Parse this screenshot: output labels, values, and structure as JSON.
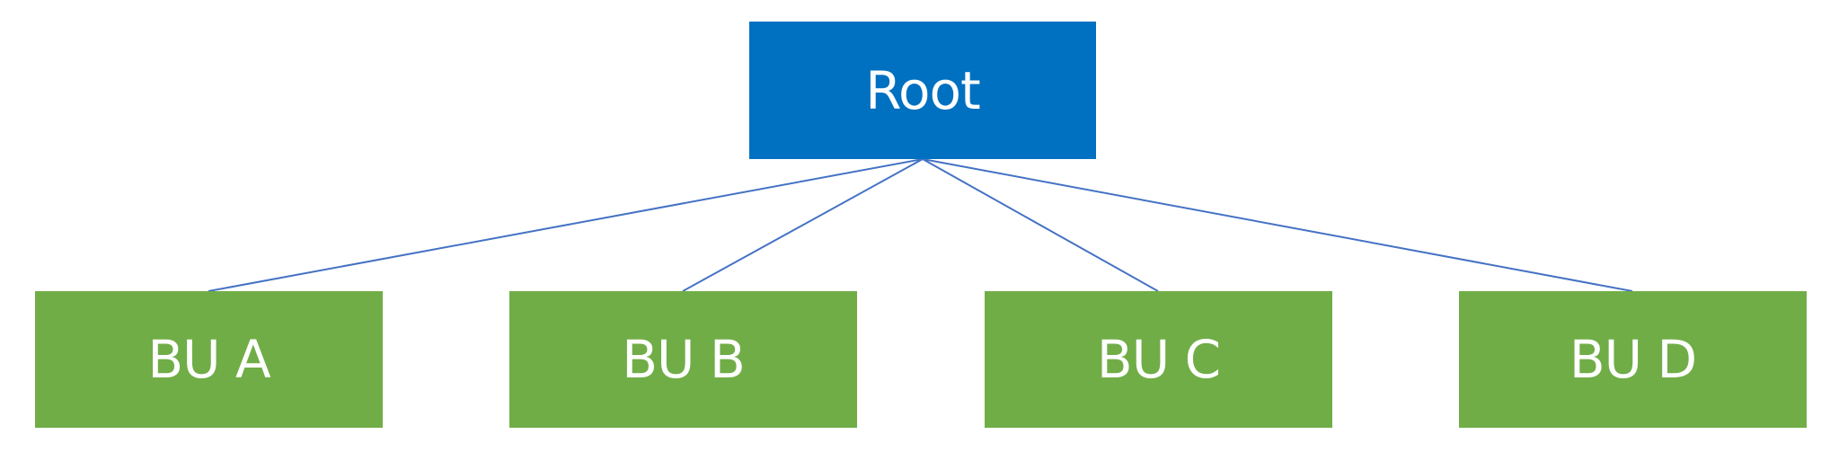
{
  "diagram": {
    "root": {
      "label": "Root",
      "color": "#0070C0"
    },
    "children": [
      {
        "label": "BU A",
        "color": "#70AD47"
      },
      {
        "label": "BU B",
        "color": "#70AD47"
      },
      {
        "label": "BU C",
        "color": "#70AD47"
      },
      {
        "label": "BU D",
        "color": "#70AD47"
      }
    ],
    "connector_color": "#4472C4"
  }
}
